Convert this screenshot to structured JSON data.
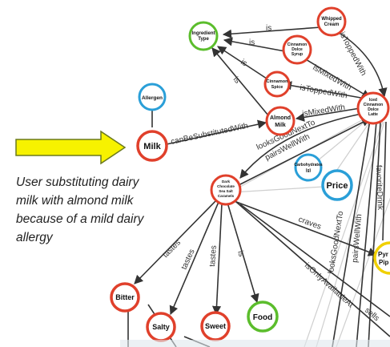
{
  "colors": {
    "food_node": "#e0402b",
    "type_node": "#5bbd2c",
    "attribute_node": "#2a9fd8",
    "other_node": "#f0d000",
    "arrow_fill": "#f7f200",
    "arrow_stroke": "#6c7a1e"
  },
  "caption": "User substituting dairy milk with almond milk because of a mild dairy allergy",
  "nodes": {
    "whipped_cream": "Whipped Cream",
    "ingredient_type": "Ingredient Type",
    "cinnamon_dolce_syrup": "Cinnamon Dolce Syrup",
    "cinnamon_spice": "Cinnamon Spice",
    "allergen": "Allergen",
    "almond_milk": "Almond Milk",
    "milk": "Milk",
    "iced_latte": "Iced Cinnamon Dolce Latte",
    "dark_chocolate": "Dark Chocolate Sea Salt Caramels",
    "carbohydrates": "Carbohydrates (g)",
    "price": "Price",
    "pyr": "Pyr Pip",
    "bitter": "Bitter",
    "salty": "Salty",
    "sweet": "Sweet",
    "food": "Food"
  },
  "edges": {
    "is_a": "is",
    "is_a_2": "is",
    "is_a_3": "is",
    "is_a_4": "is",
    "is_a_5": "is",
    "is_topped_with": "isToppedWith",
    "is_mixed_with": "isMixedWith",
    "is_topped_with_2": "isToppedWith",
    "is_mixed_with_2": "isMixedWith",
    "can_be_substituted_with": "canBeSubstitutedWith",
    "looks_good_next_to": "looksGoodNextTo",
    "pairs_well_with": "pairsWellWith",
    "craves": "craves",
    "tastes_1": "tastes",
    "tastes_2": "tastes",
    "tastes_3": "tastes",
    "looks_good_next_to_2": "looksGoodNextTo",
    "pairs_well_with_2": "pairsWellWith",
    "favorite_drink": "favoriteDrink",
    "is_only_available_at": "isOnlyAvailableAt",
    "sells": "sells"
  }
}
